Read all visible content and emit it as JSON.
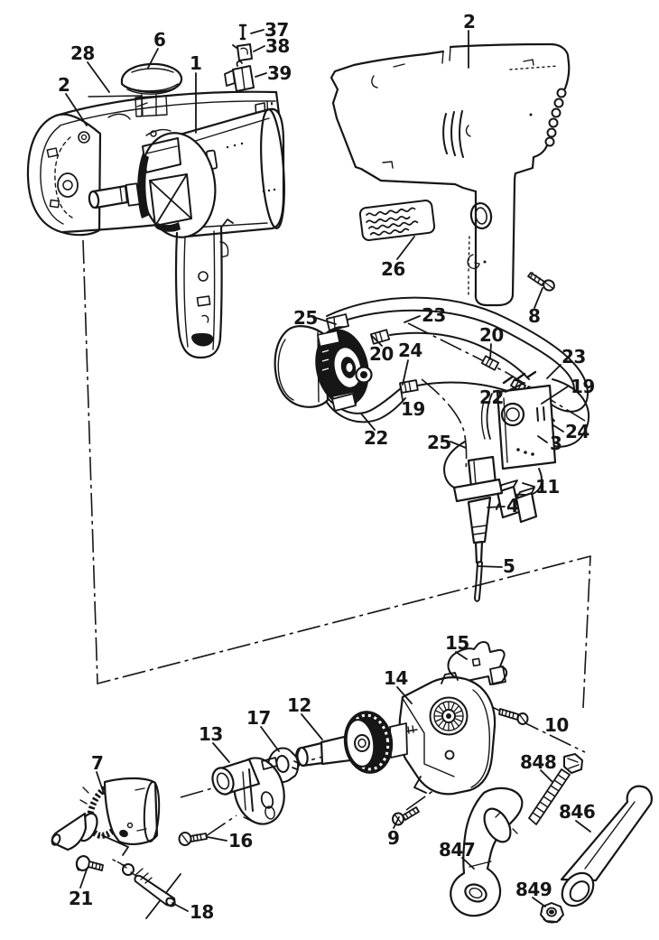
{
  "diagram": {
    "kind": "exploded-parts-diagram",
    "background": "#ffffff",
    "line_color": "#161616"
  },
  "nameplate": {
    "rows": 4,
    "text": "illegible"
  },
  "callouts": {
    "c1": "1",
    "c2a": "2",
    "c2b": "2",
    "c3": "3",
    "c4": "4",
    "c5": "5",
    "c6": "6",
    "c7": "7",
    "c8": "8",
    "c9": "9",
    "c10": "10",
    "c11": "11",
    "c12": "12",
    "c13": "13",
    "c14": "14",
    "c15": "15",
    "c16": "16",
    "c17": "17",
    "c18": "18",
    "c19a": "19",
    "c19b": "19",
    "c20a": "20",
    "c20b": "20",
    "c21": "21",
    "c22a": "22",
    "c22b": "22",
    "c23a": "23",
    "c23b": "23",
    "c24a": "24",
    "c24b": "24",
    "c25a": "25",
    "c25b": "25",
    "c26": "26",
    "c28": "28",
    "c37": "37",
    "c38": "38",
    "c39": "39",
    "c846": "846",
    "c847": "847",
    "c848": "848",
    "c849": "849"
  }
}
